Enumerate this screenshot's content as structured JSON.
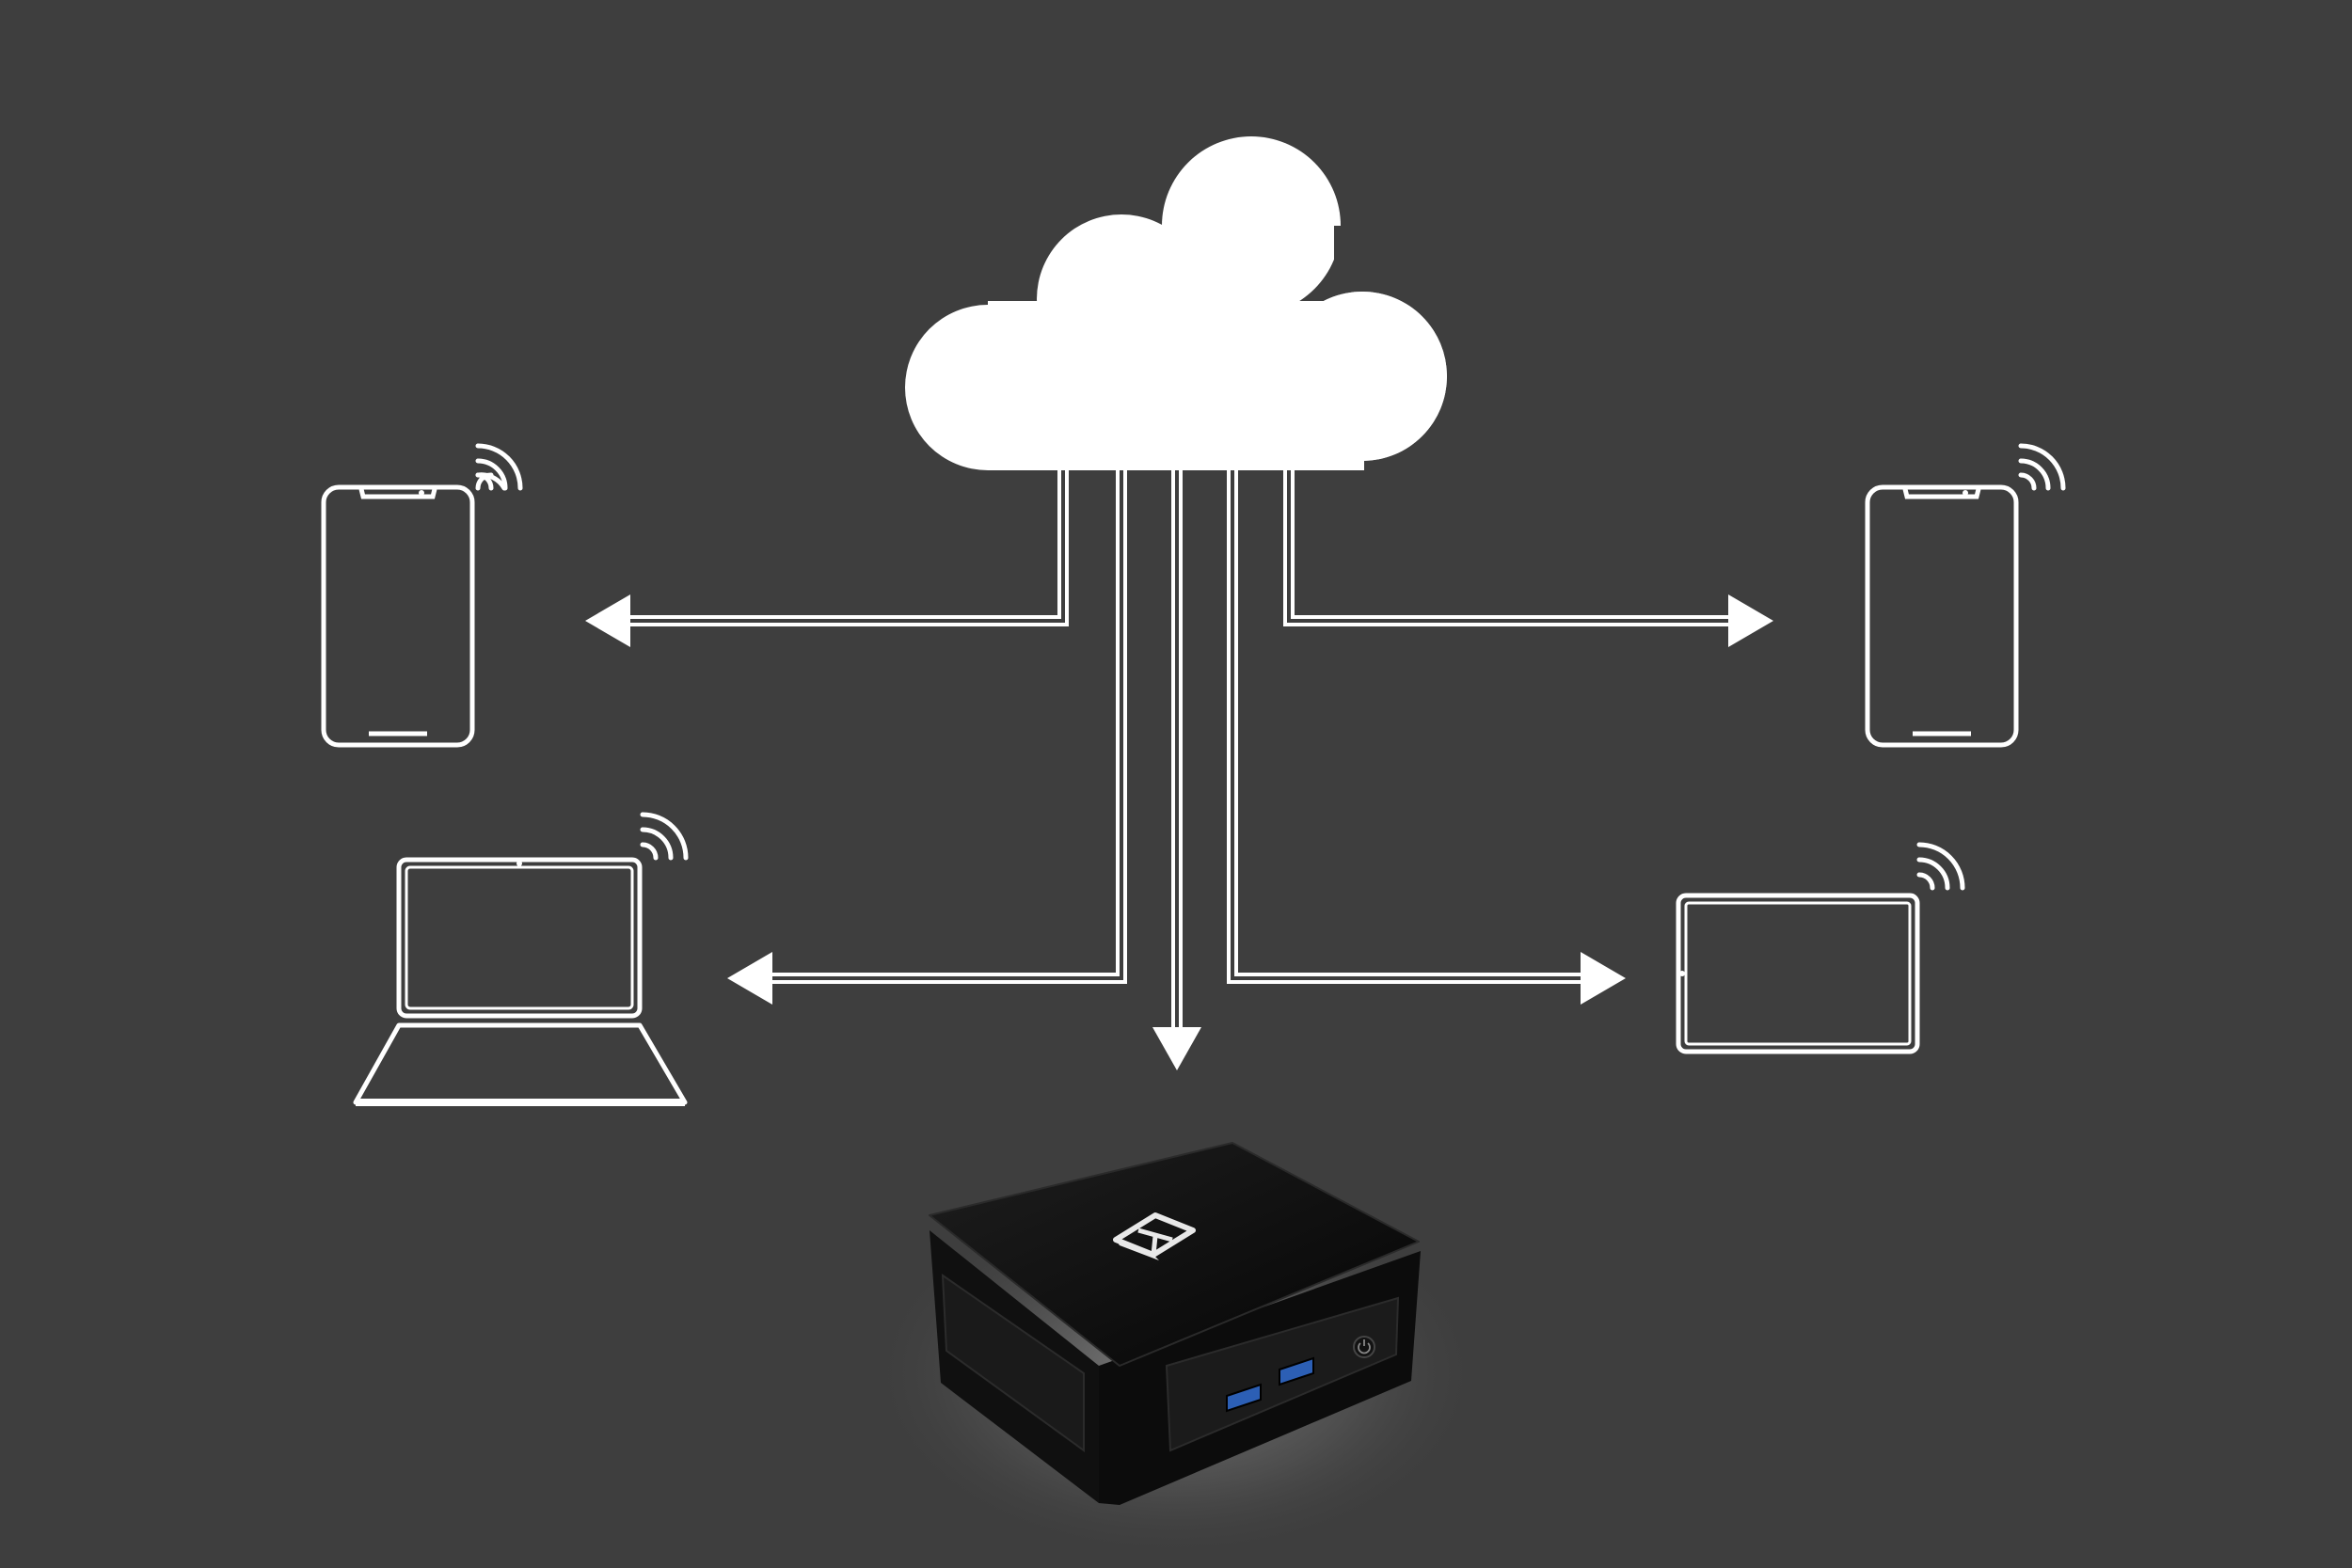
{
  "diagram": {
    "nodes": [
      {
        "id": "cloud",
        "kind": "cloud",
        "icon": "cloud-icon"
      },
      {
        "id": "phone-left",
        "kind": "smartphone",
        "icon": "smartphone-icon",
        "wireless": true
      },
      {
        "id": "laptop-left",
        "kind": "laptop",
        "icon": "laptop-icon",
        "wireless": true
      },
      {
        "id": "phone-right",
        "kind": "smartphone",
        "icon": "smartphone-icon",
        "wireless": true
      },
      {
        "id": "tablet-right",
        "kind": "tablet",
        "icon": "tablet-icon",
        "wireless": true
      },
      {
        "id": "mini-pc",
        "kind": "mini-pc",
        "icon": "mini-pc-icon",
        "usb_ports": 2,
        "power_button": true
      }
    ],
    "edges": [
      {
        "from": "cloud",
        "to": "phone-left"
      },
      {
        "from": "cloud",
        "to": "laptop-left"
      },
      {
        "from": "cloud",
        "to": "mini-pc"
      },
      {
        "from": "cloud",
        "to": "tablet-right"
      },
      {
        "from": "cloud",
        "to": "phone-right"
      }
    ]
  },
  "colors": {
    "background": "#3e3e3e",
    "line": "#ffffff",
    "device_body": "#141414",
    "usb_port": "#2c5fb5"
  }
}
